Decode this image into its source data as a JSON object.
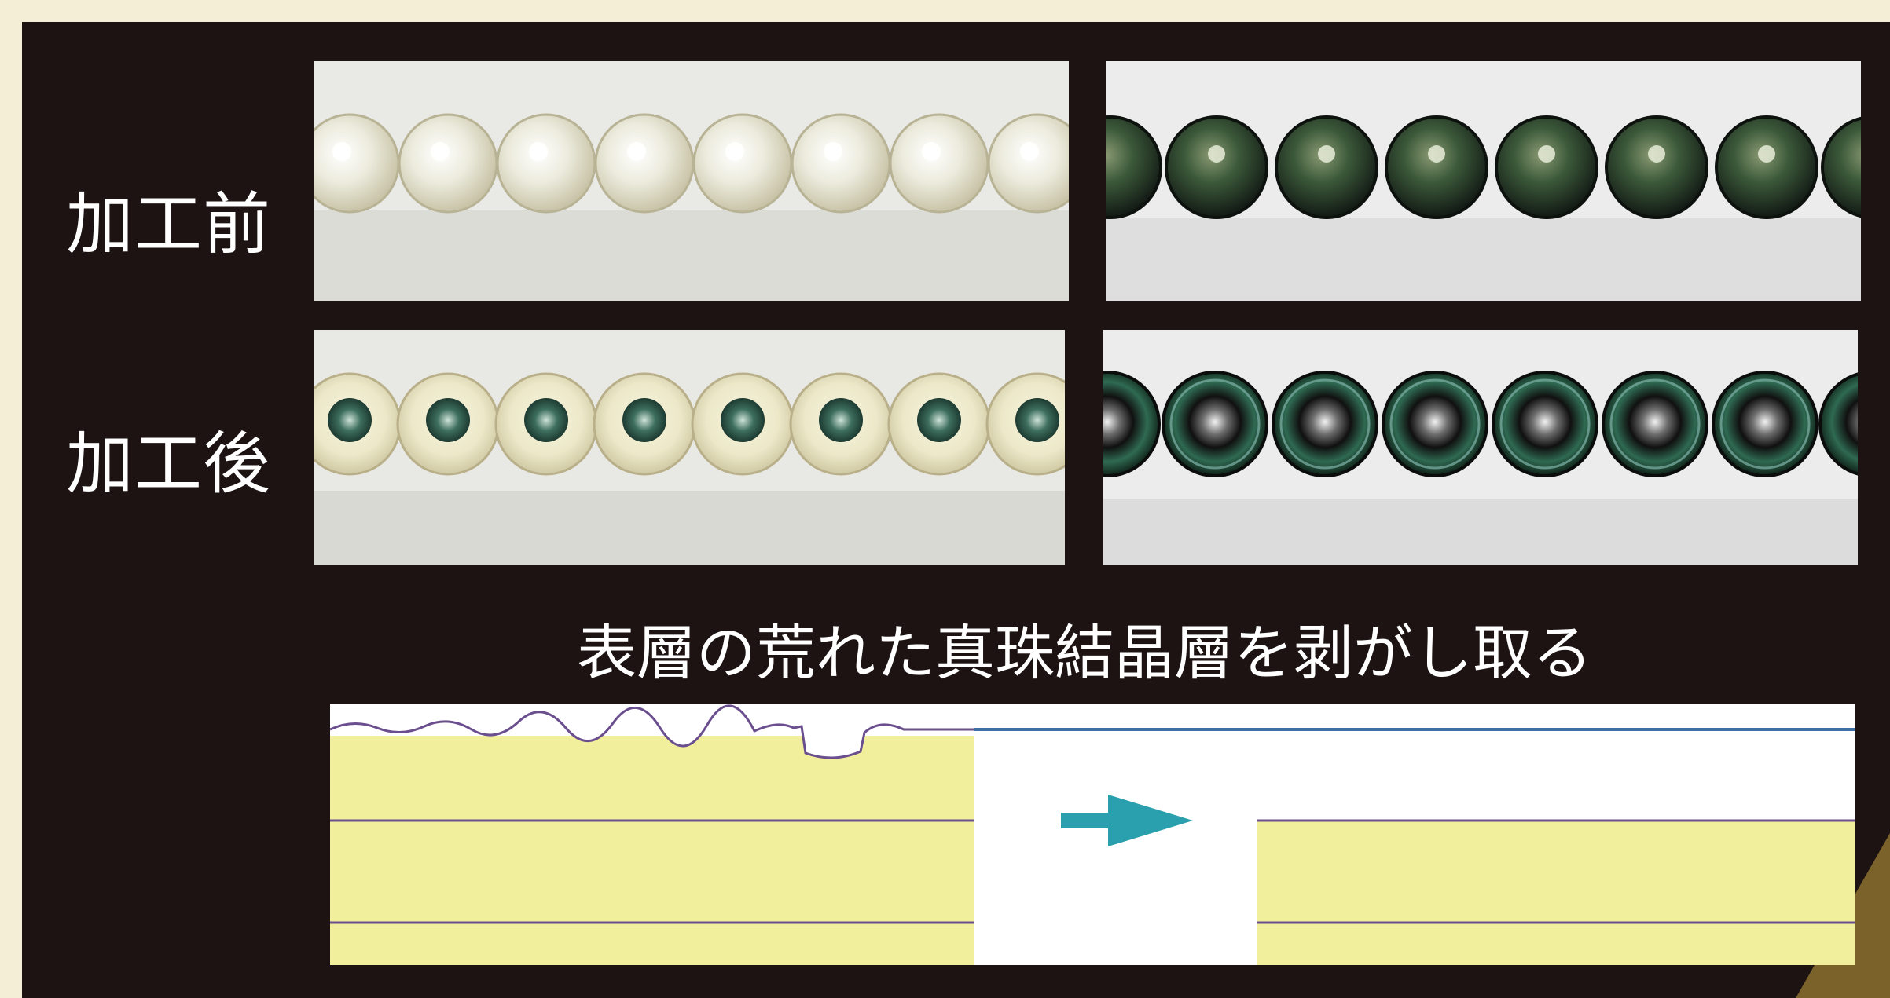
{
  "labels": {
    "before": "加工前",
    "after": "加工後"
  },
  "caption": "表層の荒れた真珠結晶層を剥がし取る",
  "photos": [
    {
      "name": "white-pearls-before",
      "pearl_color": "white",
      "state": "before"
    },
    {
      "name": "black-pearls-before",
      "pearl_color": "black",
      "state": "before"
    },
    {
      "name": "white-pearls-after",
      "pearl_color": "white",
      "state": "after"
    },
    {
      "name": "black-pearls-after",
      "pearl_color": "black",
      "state": "after"
    }
  ],
  "colors": {
    "panel": "#1c1312",
    "layer_fill": "#f1ef9c",
    "layer_line": "#6a4e8e",
    "surface_line": "#3f6fa6",
    "arrow": "#2a9fae"
  }
}
